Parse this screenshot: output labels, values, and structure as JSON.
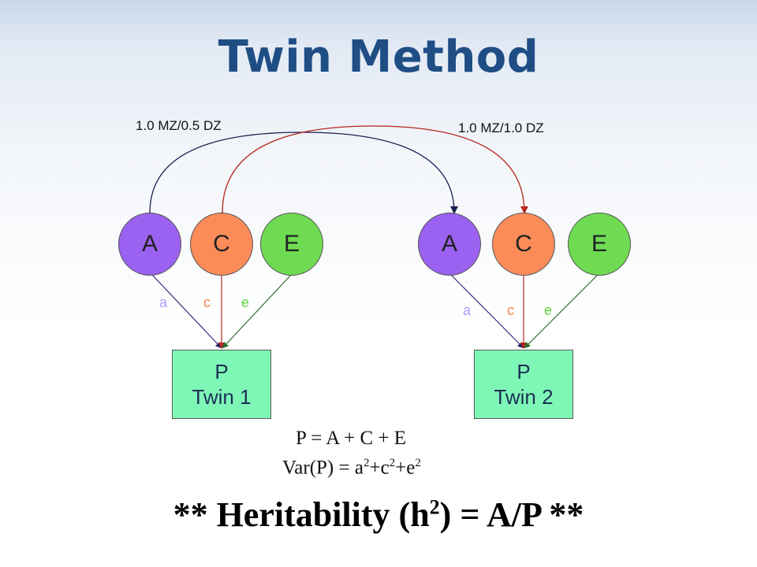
{
  "title": "Twin Method",
  "correlations": {
    "a_label": "1.0 MZ/0.5 DZ",
    "c_label": "1.0 MZ/1.0 DZ"
  },
  "twin1": {
    "nodes": {
      "A": "A",
      "C": "C",
      "E": "E"
    },
    "paths": {
      "a": "a",
      "c": "c",
      "e": "e"
    },
    "box_line1": "P",
    "box_line2": "Twin 1"
  },
  "twin2": {
    "nodes": {
      "A": "A",
      "C": "C",
      "E": "E"
    },
    "paths": {
      "a": "a",
      "c": "c",
      "e": "e"
    },
    "box_line1": "P",
    "box_line2": "Twin 2"
  },
  "equations": {
    "model": "P = A + C + E",
    "var_prefix": "Var(P) = a",
    "var_sup1": "2",
    "var_mid1": "+c",
    "var_sup2": "2",
    "var_mid2": "+e",
    "var_sup3": "2"
  },
  "heritability": {
    "prefix": "** Heritability (h",
    "sup": "2",
    "suffix": ") = A/P **"
  },
  "colors": {
    "title": "#1f4e85",
    "A": "#9b61f0",
    "C": "#fb8c5a",
    "E": "#6fdb52",
    "box": "#7ef7b6",
    "a_path": "#3a2a7a",
    "c_path": "#b5271d",
    "e_path": "#2f6e2a"
  }
}
